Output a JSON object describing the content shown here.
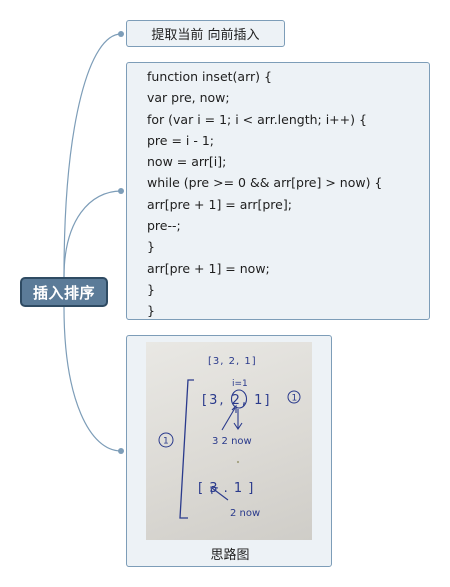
{
  "root": {
    "label": "插入排序"
  },
  "title_node": {
    "text": "提取当前 向前插入"
  },
  "code_node": {
    "lines": [
      "function inset(arr) {",
      "var pre, now;",
      "for (var i = 1; i < arr.length; i++) {",
      "pre = i - 1;",
      "now = arr[i];",
      "while (pre >= 0 && arr[pre] > now) {",
      "arr[pre + 1] = arr[pre];",
      "pre--;",
      "}",
      "arr[pre + 1] = now;",
      "}",
      "}"
    ]
  },
  "image_node": {
    "caption": "思路图",
    "handwriting": {
      "top_array": "[3, 2, 1]",
      "index_label": "i=1",
      "array_circled": "[3, 2, 1]",
      "circle_number_right": "1",
      "circle_number_left": "1",
      "step1_values": "3  2 now",
      "result_array": "[ 3 . 1 ]",
      "step2_label": "2 now"
    }
  },
  "colors": {
    "connector": "#7d9db8",
    "root_fill": "#5b7b98",
    "root_border": "#2f4b63",
    "node_fill": "#edf2f6",
    "node_border": "#7d9db8",
    "ink": "#2a3a8c"
  }
}
